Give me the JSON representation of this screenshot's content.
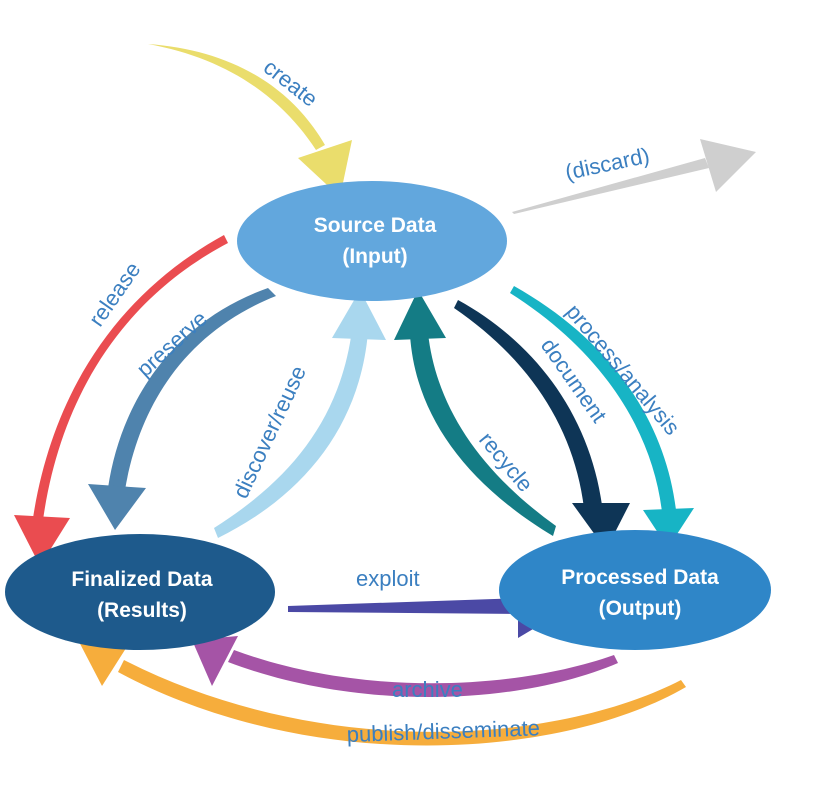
{
  "nodes": {
    "source": {
      "line1": "Source Data",
      "line2": "(Input)",
      "color": "#62a7dd"
    },
    "finalized": {
      "line1": "Finalized Data",
      "line2": "(Results)",
      "color": "#1e5a8c"
    },
    "processed": {
      "line1": "Processed Data",
      "line2": "(Output)",
      "color": "#2f86c8"
    }
  },
  "arrows": {
    "create": {
      "label": "create",
      "color": "#eadd6c"
    },
    "discard": {
      "label": "(discard)",
      "color": "#cfcfcf"
    },
    "release": {
      "label": "release",
      "color": "#ea4c50"
    },
    "preserve": {
      "label": "preserve",
      "color": "#4f83ad"
    },
    "discover_reuse": {
      "label": "discover/reuse",
      "color": "#a9d7ee"
    },
    "recycle": {
      "label": "recycle",
      "color": "#147c85"
    },
    "document": {
      "label": "document",
      "color": "#0e3556"
    },
    "process_analysis": {
      "label": "process/analysis",
      "color": "#17b4c5"
    },
    "exploit": {
      "label": "exploit",
      "color": "#4b49a5"
    },
    "archive": {
      "label": "archive",
      "color": "#a554a6"
    },
    "publish": {
      "label": "publish/disseminate",
      "color": "#f6ad3c"
    }
  },
  "label_color": "#3b7fc0"
}
